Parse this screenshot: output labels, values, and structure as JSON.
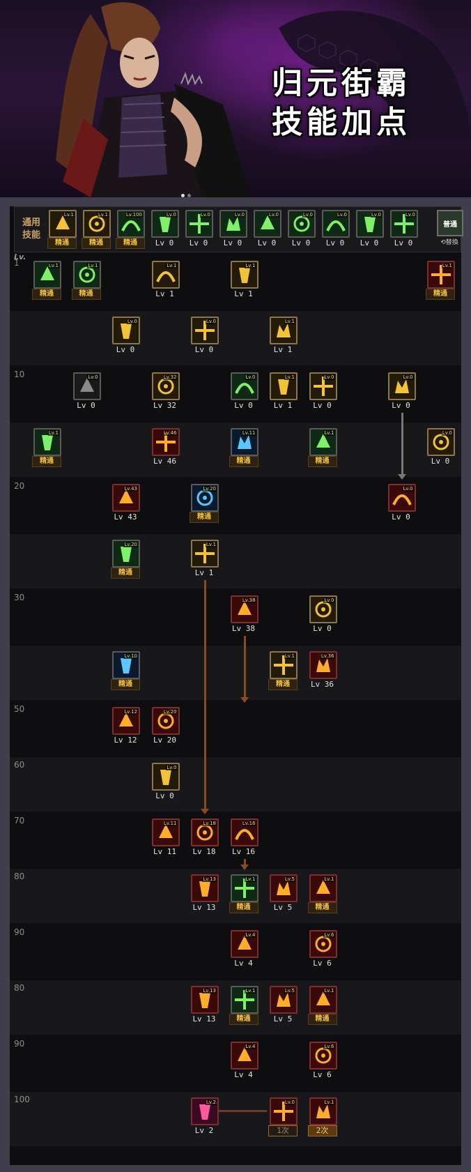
{
  "banner": {
    "title_line1": "归元街霸",
    "title_line2": "技能加点"
  },
  "general": {
    "label_line1": "通用",
    "label_line2": "技能",
    "swap_button": {
      "top": "普通",
      "bottom": "⟲替換"
    },
    "skills": [
      {
        "lv_tag": "Lv.1",
        "label": "精通",
        "mastered": true
      },
      {
        "lv_tag": "Lv.1",
        "label": "精通",
        "mastered": true
      },
      {
        "lv_tag": "Lv.100",
        "label": "精通",
        "mastered": true
      },
      {
        "lv_tag": "Lv.0",
        "label": "Lv 0"
      },
      {
        "lv_tag": "Lv.0",
        "label": "Lv 0"
      },
      {
        "lv_tag": "Lv.0",
        "label": "Lv 0"
      },
      {
        "lv_tag": "Lv.0",
        "label": "Lv 0"
      },
      {
        "lv_tag": "Lv.0",
        "label": "Lv 0"
      },
      {
        "lv_tag": "Lv.0",
        "label": "Lv 0"
      },
      {
        "lv_tag": "Lv.0",
        "label": "Lv 0"
      },
      {
        "lv_tag": "Lv.0",
        "label": "Lv 0"
      }
    ]
  },
  "tree_header": "Lv.",
  "rows": [
    {
      "level": "1",
      "skills": [
        {
          "col": 0,
          "tag": "Lv.1",
          "label": "精通",
          "mastered": true,
          "tone": "green"
        },
        {
          "col": 1,
          "tag": "Lv.1",
          "label": "精通",
          "mastered": true,
          "tone": "green"
        },
        {
          "col": 3,
          "tag": "Lv.1",
          "label": "Lv 1",
          "tone": "gold"
        },
        {
          "col": 5,
          "tag": "Lv.1",
          "label": "Lv 1",
          "tone": "gold"
        },
        {
          "col": 10,
          "tag": "Lv.1",
          "label": "精通",
          "mastered": true,
          "tone": "fire"
        }
      ]
    },
    {
      "level": "",
      "skills": [
        {
          "col": 2,
          "tag": "Lv.0",
          "label": "Lv 0",
          "tone": "gold"
        },
        {
          "col": 4,
          "tag": "Lv.0",
          "label": "Lv 0",
          "tone": "gold"
        },
        {
          "col": 6,
          "tag": "Lv.1",
          "label": "Lv 1",
          "tone": "gold"
        }
      ]
    },
    {
      "level": "10",
      "skills": [
        {
          "col": 1,
          "tag": "Lv.0",
          "label": "Lv 0",
          "tone": "gray"
        },
        {
          "col": 3,
          "tag": "Lv.32",
          "label": "Lv 32",
          "tone": "gold"
        },
        {
          "col": 5,
          "tag": "Lv.0",
          "label": "Lv 0",
          "tone": "green"
        },
        {
          "col": 6,
          "tag": "Lv.1",
          "label": "Lv 1",
          "tone": "gold"
        },
        {
          "col": 7,
          "tag": "Lv.0",
          "label": "Lv 0",
          "tone": "gold"
        },
        {
          "col": 9,
          "tag": "Lv.0",
          "label": "Lv 0",
          "tone": "gold"
        }
      ]
    },
    {
      "level": "",
      "skills": [
        {
          "col": 0,
          "tag": "Lv.1",
          "label": "精通",
          "mastered": true,
          "tone": "green"
        },
        {
          "col": 3,
          "tag": "Lv.46",
          "label": "Lv 46",
          "tone": "fire"
        },
        {
          "col": 5,
          "tag": "Lv.11",
          "label": "精通",
          "mastered": true,
          "tone": "blue"
        },
        {
          "col": 7,
          "tag": "Lv.1",
          "label": "精通",
          "mastered": true,
          "tone": "green"
        },
        {
          "col": 10,
          "tag": "Lv.0",
          "label": "Lv 0",
          "tone": "gold"
        }
      ]
    },
    {
      "level": "20",
      "skills": [
        {
          "col": 2,
          "tag": "Lv.43",
          "label": "Lv 43",
          "tone": "fire"
        },
        {
          "col": 4,
          "tag": "Lv.20",
          "label": "精通",
          "mastered": true,
          "tone": "blue"
        },
        {
          "col": 9,
          "tag": "Lv.0",
          "label": "Lv 0",
          "tone": "fire"
        }
      ]
    },
    {
      "level": "",
      "skills": [
        {
          "col": 2,
          "tag": "Lv.20",
          "label": "精通",
          "mastered": true,
          "tone": "green"
        },
        {
          "col": 4,
          "tag": "Lv.1",
          "label": "Lv 1",
          "tone": "gold"
        }
      ]
    },
    {
      "level": "30",
      "skills": [
        {
          "col": 5,
          "tag": "Lv.38",
          "label": "Lv 38",
          "tone": "fire"
        },
        {
          "col": 7,
          "tag": "Lv.0",
          "label": "Lv 0",
          "tone": "gold"
        }
      ]
    },
    {
      "level": "",
      "skills": [
        {
          "col": 2,
          "tag": "Lv.10",
          "label": "精通",
          "mastered": true,
          "tone": "blue"
        },
        {
          "col": 6,
          "tag": "Lv.1",
          "label": "精通",
          "mastered": true,
          "tone": "gold"
        },
        {
          "col": 7,
          "tag": "Lv.36",
          "label": "Lv 36",
          "tone": "fire"
        }
      ]
    },
    {
      "level": "50",
      "skills": [
        {
          "col": 2,
          "tag": "Lv.12",
          "label": "Lv 12",
          "tone": "fire"
        },
        {
          "col": 3,
          "tag": "Lv.20",
          "label": "Lv 20",
          "tone": "fire"
        }
      ]
    },
    {
      "level": "60",
      "skills": [
        {
          "col": 3,
          "tag": "Lv.0",
          "label": "Lv 0",
          "tone": "gold"
        }
      ]
    },
    {
      "level": "70",
      "skills": [
        {
          "col": 3,
          "tag": "Lv.11",
          "label": "Lv 11",
          "tone": "fire"
        },
        {
          "col": 4,
          "tag": "Lv.18",
          "label": "Lv 18",
          "tone": "fire"
        },
        {
          "col": 5,
          "tag": "Lv.16",
          "label": "Lv 16",
          "tone": "fire"
        }
      ]
    },
    {
      "level": "80",
      "skills": [
        {
          "col": 4,
          "tag": "Lv.13",
          "label": "Lv 13",
          "tone": "fire"
        },
        {
          "col": 5,
          "tag": "Lv.1",
          "label": "精通",
          "mastered": true,
          "tone": "green"
        },
        {
          "col": 6,
          "tag": "Lv.5",
          "label": "Lv 5",
          "tone": "fire"
        },
        {
          "col": 7,
          "tag": "Lv.1",
          "label": "精通",
          "mastered": true,
          "tone": "fire"
        }
      ]
    },
    {
      "level": "90",
      "skills": [
        {
          "col": 5,
          "tag": "Lv.4",
          "label": "Lv 4",
          "tone": "fire"
        },
        {
          "col": 7,
          "tag": "Lv.6",
          "label": "Lv 6",
          "tone": "fire"
        }
      ]
    },
    {
      "level": "80",
      "skills": [
        {
          "col": 4,
          "tag": "Lv.13",
          "label": "Lv 13",
          "tone": "fire"
        },
        {
          "col": 5,
          "tag": "Lv.1",
          "label": "精通",
          "mastered": true,
          "tone": "green"
        },
        {
          "col": 6,
          "tag": "Lv.5",
          "label": "Lv 5",
          "tone": "fire"
        },
        {
          "col": 7,
          "tag": "Lv.1",
          "label": "精通",
          "mastered": true,
          "tone": "fire"
        }
      ]
    },
    {
      "level": "90",
      "skills": [
        {
          "col": 5,
          "tag": "Lv.4",
          "label": "Lv 4",
          "tone": "fire"
        },
        {
          "col": 7,
          "tag": "Lv.6",
          "label": "Lv 6",
          "tone": "fire"
        }
      ]
    },
    {
      "level": "100",
      "skills": [
        {
          "col": 4,
          "tag": "Lv.2",
          "label": "Lv 2",
          "tone": "pink"
        },
        {
          "col": 6,
          "tag": "Lv.0",
          "label": "1次",
          "select": "off",
          "tone": "fire"
        },
        {
          "col": 7,
          "tag": "Lv.1",
          "label": "2次",
          "select": "on",
          "tone": "fire"
        }
      ]
    }
  ]
}
